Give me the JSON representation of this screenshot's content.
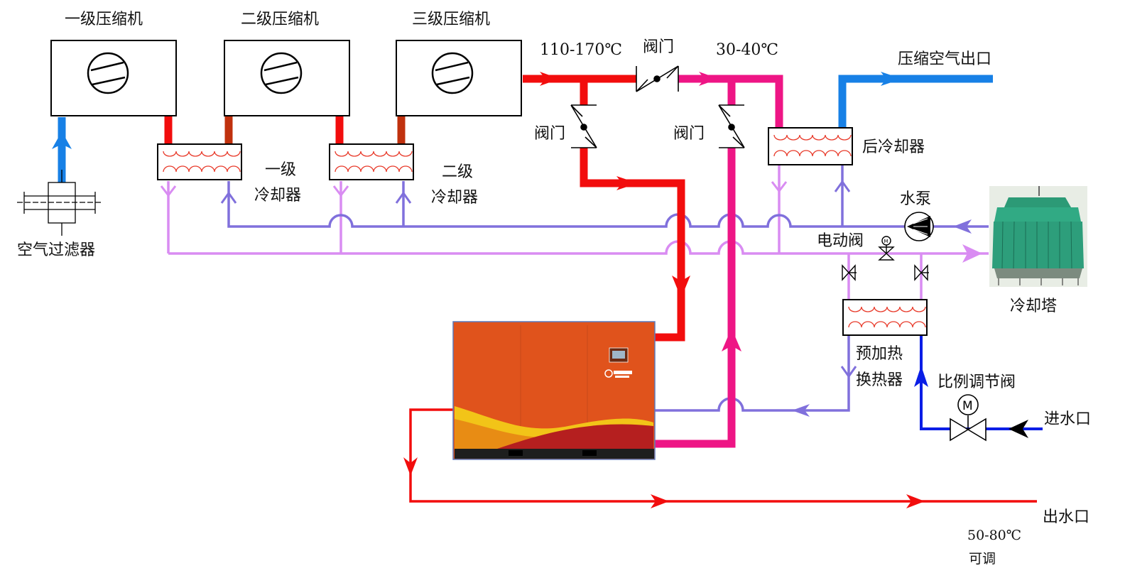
{
  "labels": {
    "comp1": "一级压缩机",
    "comp2": "二级压缩机",
    "comp3": "三级压缩机",
    "temp_hot": "110-170℃",
    "valve_top": "阀门",
    "temp_warm": "30-40℃",
    "air_outlet": "压缩空气出口",
    "valve_left": "阀门",
    "valve_mid": "阀门",
    "aftercooler": "后冷却器",
    "cooler1_line1": "一级",
    "cooler1_line2": "冷却器",
    "cooler2_line1": "二级",
    "cooler2_line2": "冷却器",
    "air_filter": "空气过滤器",
    "pump": "水泵",
    "electric_valve": "电动阀",
    "cooling_tower": "冷却塔",
    "preheat_line1": "预加热",
    "preheat_line2": "换热器",
    "proportional_valve": "比例调节阀",
    "water_inlet": "进水口",
    "water_outlet": "出水口",
    "outlet_temp": "50-80℃",
    "adjustable": "可调"
  },
  "colors": {
    "hot_red": "#f20d0d",
    "warm_pink": "#ee1585",
    "air_blue": "#1780e6",
    "cool_return": "#8070dc",
    "cool_supply": "#d98cf2",
    "inlet_blue": "#0a1ee6",
    "brown": "#c0310e",
    "unit_orange": "#e0531c"
  },
  "icons": {
    "compressor": "compressor-symbol-icon",
    "valve": "check-valve-icon",
    "pump": "pump-icon",
    "motor_valve": "motorized-valve-icon",
    "cooling_tower": "cooling-tower-icon"
  }
}
